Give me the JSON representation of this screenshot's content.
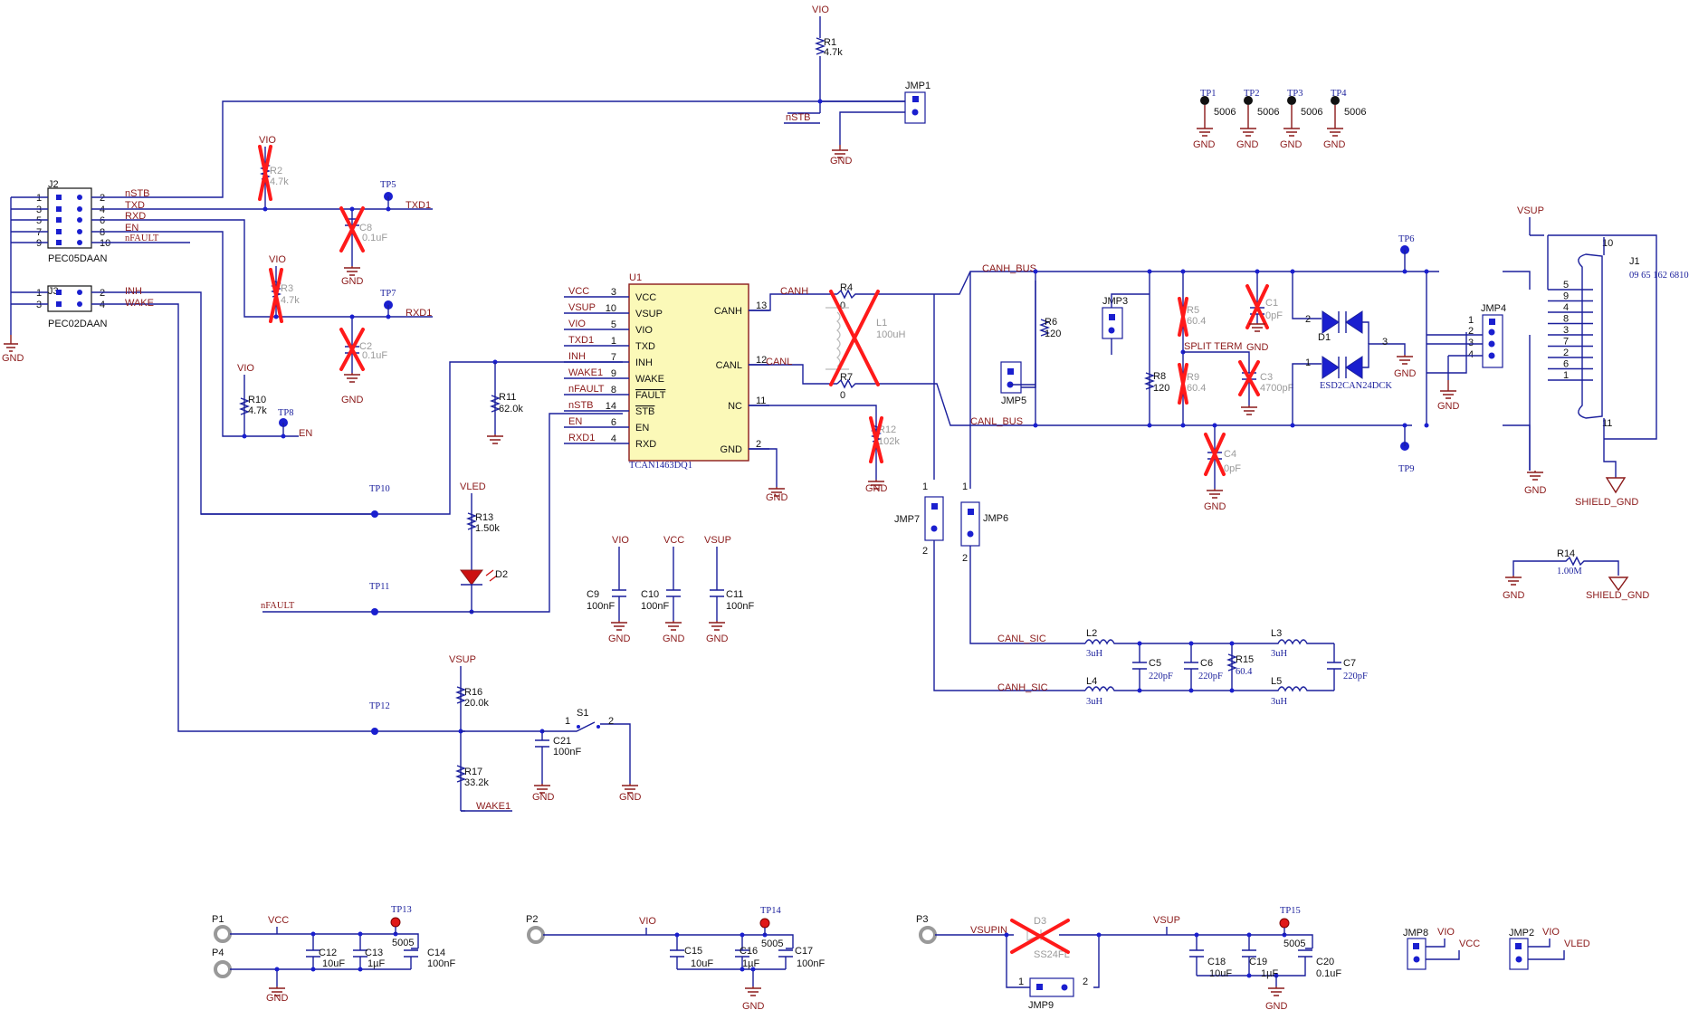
{
  "ic": {
    "ref": "U1",
    "part": "TCAN1463DQ1",
    "left_pins": [
      {
        "num": "3",
        "name": "VCC"
      },
      {
        "num": "10",
        "name": "VSUP"
      },
      {
        "num": "5",
        "name": "VIO"
      },
      {
        "num": "1",
        "name": "TXD"
      },
      {
        "num": "7",
        "name": "INH"
      },
      {
        "num": "9",
        "name": "WAKE"
      },
      {
        "num": "8",
        "name": "FAULT"
      },
      {
        "num": "14",
        "name": "STB"
      },
      {
        "num": "6",
        "name": "EN"
      },
      {
        "num": "4",
        "name": "RXD"
      }
    ],
    "left_nets": [
      "VCC",
      "VSUP",
      "VIO",
      "TXD1",
      "INH",
      "WAKE1",
      "nFAULT",
      "nSTB",
      "EN",
      "RXD1"
    ],
    "right_pins": [
      {
        "num": "13",
        "name": "CANH"
      },
      {
        "num": "12",
        "name": "CANL"
      },
      {
        "num": "11",
        "name": "NC"
      },
      {
        "num": "2",
        "name": "GND"
      }
    ]
  },
  "power": {
    "vio": "VIO",
    "vcc": "VCC",
    "vsup": "VSUP",
    "vled": "VLED",
    "gnd": "GND",
    "shield_gnd": "SHIELD_GND"
  },
  "nets": {
    "nstb": "nSTB",
    "txd": "TXD",
    "rxd": "RXD",
    "en": "EN",
    "nfault": "nFAULT",
    "inh": "INH",
    "wake": "WAKE",
    "txd1": "TXD1",
    "rxd1": "RXD1",
    "wake1": "WAKE1",
    "canh": "CANH",
    "canl": "CANL",
    "canh_bus": "CANH_BUS",
    "canl_bus": "CANL_BUS",
    "canl_sic": "CANL_SIC",
    "canh_sic": "CANH_SIC",
    "split_term": "SPLIT TERM",
    "vsupin": "VSUPIN"
  },
  "headers": {
    "j2": {
      "ref": "J2",
      "part": "PEC05DAAN",
      "left": [
        "1",
        "3",
        "5",
        "7",
        "9"
      ],
      "right": [
        "2",
        "4",
        "6",
        "8",
        "10"
      ]
    },
    "j3": {
      "ref": "J3",
      "part": "PEC02DAAN",
      "left": [
        "1",
        "3"
      ],
      "right": [
        "2",
        "4"
      ]
    }
  },
  "connector": {
    "ref": "J1",
    "part": "09 65 162 6810",
    "pins": [
      "5",
      "9",
      "4",
      "8",
      "3",
      "7",
      "2",
      "6",
      "1"
    ],
    "pin10": "10",
    "pin11": "11"
  },
  "components": {
    "r1": {
      "ref": "R1",
      "value": "4.7k"
    },
    "r2": {
      "ref": "R2",
      "value": "4.7k"
    },
    "r3": {
      "ref": "R3",
      "value": "4.7k"
    },
    "r4": {
      "ref": "R4",
      "value": "0"
    },
    "r5": {
      "ref": "R5",
      "value": "60.4"
    },
    "r6": {
      "ref": "R6",
      "value": "120"
    },
    "r7": {
      "ref": "R7",
      "value": "0"
    },
    "r8": {
      "ref": "R8",
      "value": "120"
    },
    "r9": {
      "ref": "R9",
      "value": "60.4"
    },
    "r10": {
      "ref": "R10",
      "value": "4.7k"
    },
    "r11": {
      "ref": "R11",
      "value": "62.0k"
    },
    "r12": {
      "ref": "R12",
      "value": "102k"
    },
    "r13": {
      "ref": "R13",
      "value": "1.50k"
    },
    "r14": {
      "ref": "R14",
      "value": "1.00M"
    },
    "r15": {
      "ref": "R15",
      "value": "60.4"
    },
    "r16": {
      "ref": "R16",
      "value": "20.0k"
    },
    "r17": {
      "ref": "R17",
      "value": "33.2k"
    },
    "c1": {
      "ref": "C1",
      "value": "0pF"
    },
    "c2": {
      "ref": "C2",
      "value": "0.1uF"
    },
    "c3": {
      "ref": "C3",
      "value": "4700pF"
    },
    "c4": {
      "ref": "C4",
      "value": "0pF"
    },
    "c5": {
      "ref": "C5",
      "value": "220pF"
    },
    "c6": {
      "ref": "C6",
      "value": "220pF"
    },
    "c7": {
      "ref": "C7",
      "value": "220pF"
    },
    "c8": {
      "ref": "C8",
      "value": "0.1uF"
    },
    "c9": {
      "ref": "C9",
      "value": "100nF"
    },
    "c10": {
      "ref": "C10",
      "value": "100nF"
    },
    "c11": {
      "ref": "C11",
      "value": "100nF"
    },
    "c12": {
      "ref": "C12",
      "value": "10uF"
    },
    "c13": {
      "ref": "C13",
      "value": "1µF"
    },
    "c14": {
      "ref": "C14",
      "value": "100nF"
    },
    "c15": {
      "ref": "C15",
      "value": "10uF"
    },
    "c16": {
      "ref": "C16",
      "value": "1µF"
    },
    "c17": {
      "ref": "C17",
      "value": "100nF"
    },
    "c18": {
      "ref": "C18",
      "value": "10uF"
    },
    "c19": {
      "ref": "C19",
      "value": "1µF"
    },
    "c20": {
      "ref": "C20",
      "value": "0.1uF"
    },
    "c21": {
      "ref": "C21",
      "value": "100nF"
    },
    "l1": {
      "ref": "L1",
      "value": "100uH"
    },
    "l2": {
      "ref": "L2",
      "value": "3uH"
    },
    "l3": {
      "ref": "L3",
      "value": "3uH"
    },
    "l4": {
      "ref": "L4",
      "value": "3uH"
    },
    "l5": {
      "ref": "L5",
      "value": "3uH"
    },
    "d1": {
      "ref": "D1",
      "value": "ESD2CAN24DCK"
    },
    "d2": {
      "ref": "D2"
    },
    "d3": {
      "ref": "D3",
      "value": "SS24FL"
    },
    "s1": {
      "ref": "S1",
      "pin1": "1",
      "pin2": "2"
    }
  },
  "testpoints": {
    "tp1": {
      "ref": "TP1",
      "part": "5006"
    },
    "tp2": {
      "ref": "TP2",
      "part": "5006"
    },
    "tp3": {
      "ref": "TP3",
      "part": "5006"
    },
    "tp4": {
      "ref": "TP4",
      "part": "5006"
    },
    "tp5": "TP5",
    "tp6": "TP6",
    "tp7": "TP7",
    "tp8": "TP8",
    "tp9": "TP9",
    "tp10": "TP10",
    "tp11": "TP11",
    "tp12": "TP12",
    "tp13": {
      "ref": "TP13",
      "part": "5005"
    },
    "tp14": {
      "ref": "TP14",
      "part": "5005"
    },
    "tp15": {
      "ref": "TP15",
      "part": "5005"
    }
  },
  "jumpers": {
    "jmp1": "JMP1",
    "jmp2": "JMP2",
    "jmp3": "JMP3",
    "jmp4": "JMP4",
    "jmp5": "JMP5",
    "jmp6": "JMP6",
    "jmp7": "JMP7",
    "jmp8": "JMP8",
    "jmp9": "JMP9",
    "jmp4_pins": [
      "1",
      "2",
      "3",
      "4"
    ],
    "jmp67_pin1": "1",
    "jmp67_pin2": "2",
    "jmp9_pin1": "1",
    "jmp9_pin2": "2"
  },
  "ports": {
    "p1": "P1",
    "p2": "P2",
    "p3": "P3",
    "p4": "P4"
  },
  "pin_numbers": {
    "d1_pin1": "1",
    "d1_pin2": "2",
    "d1_pin3": "3"
  },
  "colors": {
    "wire": "#1a1f9c",
    "net_label": "#8b1a1a",
    "dnp_cross": "#ff1a1a",
    "ic_fill": "#fbf9b8",
    "node": "#1a1fcf",
    "red_tp": "#e01818"
  }
}
